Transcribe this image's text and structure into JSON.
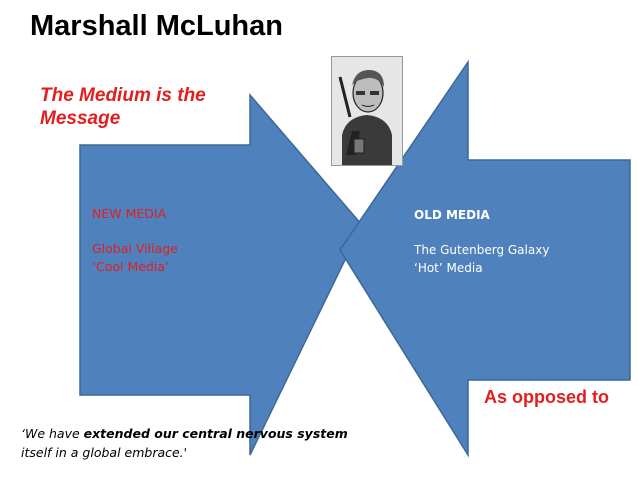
{
  "slide": {
    "title": "Marshall McLuhan",
    "subtitle_line1": "The Medium is the",
    "subtitle_line2": "Message"
  },
  "new_media": {
    "heading": "NEW MEDIA",
    "line1": "Global Village",
    "line2": "‘Cool Media’"
  },
  "old_media": {
    "heading": "OLD MEDIA",
    "line1": "The Gutenberg  Galaxy",
    "line2": "‘Hot’  Media"
  },
  "connector": "As opposed to",
  "quote": {
    "part1": "‘We have ",
    "emphasis": "extended our central nervous system",
    "part2": " itself in a global embrace.'"
  },
  "colors": {
    "arrow_fill": "#4f81bd",
    "arrow_stroke": "#3c6897",
    "accent_red": "#e21e1e"
  },
  "icons": {
    "portrait": "person-photo"
  }
}
